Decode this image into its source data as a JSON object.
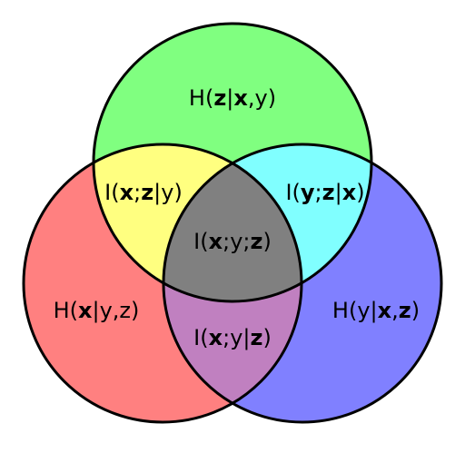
{
  "colors": {
    "green": "#80ff80",
    "red": "#ff8080",
    "blue": "#8080ff",
    "yellow": "#ffff80",
    "cyan": "#80ffff",
    "magenta": "#c080c0",
    "center": "#808080",
    "stroke": "#000000"
  },
  "regions": {
    "h_z_given_xy": [
      {
        "t": "H(",
        "b": false
      },
      {
        "t": "z",
        "b": true
      },
      {
        "t": "|",
        "b": false
      },
      {
        "t": "x",
        "b": true
      },
      {
        "t": ",y)",
        "b": false
      }
    ],
    "i_xz_given_y": [
      {
        "t": "I(",
        "b": false
      },
      {
        "t": "x",
        "b": true
      },
      {
        "t": ";",
        "b": false
      },
      {
        "t": "z",
        "b": true
      },
      {
        "t": "|y)",
        "b": false
      }
    ],
    "i_yz_given_x": [
      {
        "t": "I(",
        "b": false
      },
      {
        "t": "y",
        "b": true
      },
      {
        "t": ";",
        "b": false
      },
      {
        "t": "z",
        "b": true
      },
      {
        "t": "|",
        "b": false
      },
      {
        "t": "x",
        "b": true
      },
      {
        "t": ")",
        "b": false
      }
    ],
    "i_xyz": [
      {
        "t": "I(",
        "b": false
      },
      {
        "t": "x",
        "b": true
      },
      {
        "t": ";y;",
        "b": false
      },
      {
        "t": "z",
        "b": true
      },
      {
        "t": ")",
        "b": false
      }
    ],
    "h_x_given_yz": [
      {
        "t": "H(",
        "b": false
      },
      {
        "t": "x",
        "b": true
      },
      {
        "t": "|y,z)",
        "b": false
      }
    ],
    "h_y_given_xz": [
      {
        "t": "H(y|",
        "b": false
      },
      {
        "t": "x",
        "b": true
      },
      {
        "t": ",",
        "b": false
      },
      {
        "t": "z",
        "b": true
      },
      {
        "t": ")",
        "b": false
      }
    ],
    "i_xy_given_z": [
      {
        "t": "I(",
        "b": false
      },
      {
        "t": "x",
        "b": true
      },
      {
        "t": ";y|",
        "b": false
      },
      {
        "t": "z",
        "b": true
      },
      {
        "t": ")",
        "b": false
      }
    ]
  }
}
